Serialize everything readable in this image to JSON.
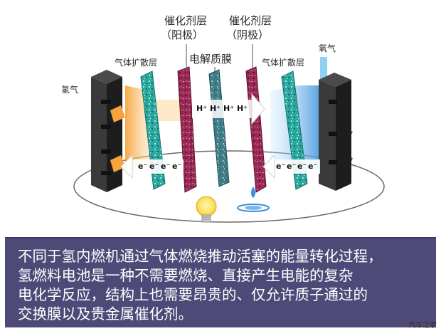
{
  "labels": {
    "catalyst_anode_1": "催化剂层",
    "catalyst_anode_2": "（阳极）",
    "catalyst_cathode_1": "催化剂层",
    "catalyst_cathode_2": "（阴极）",
    "membrane": "电解质膜",
    "gdl_left": "气体扩散层",
    "gdl_right": "气体扩散层",
    "hydrogen": "氢气",
    "oxygen": "氧气"
  },
  "protons": [
    "H⁺",
    "H⁺",
    "H⁺",
    "H⁺"
  ],
  "electrons_left": [
    "e⁻",
    "e⁻",
    "e⁻",
    "e⁻"
  ],
  "electrons_right": [
    "e⁻",
    "e⁻",
    "e⁻",
    "e⁻"
  ],
  "caption": {
    "line1": "不同于氢内燃机通过气体燃烧推动活塞的能量转化过程，",
    "line2": "氢燃料电池是一种不需要燃烧、直接产生电能的复杂",
    "line3": "电化学反应，结构上也需要昂贵的、仅允许质子通过的",
    "line4": "交换膜以及贵金属催化剂。"
  },
  "watermark": "汽车之家",
  "colors": {
    "caption_bg": "#4d4a78",
    "gdl": "#2aa8a0",
    "catalyst": "#9a2a55",
    "membrane": "#3d7e8a",
    "plate": "#2b2b2b",
    "hydrogen_flow": "#f3a43a",
    "oxygen_flow": "#3a8fd8"
  }
}
